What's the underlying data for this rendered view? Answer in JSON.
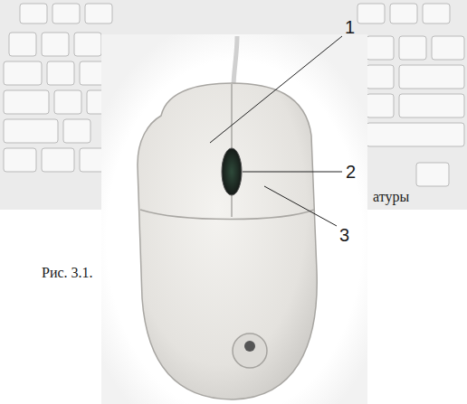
{
  "diagram": {
    "labels": [
      "1",
      "2",
      "3",
      "Рис. 3.1.",
      "атуры"
    ]
  }
}
